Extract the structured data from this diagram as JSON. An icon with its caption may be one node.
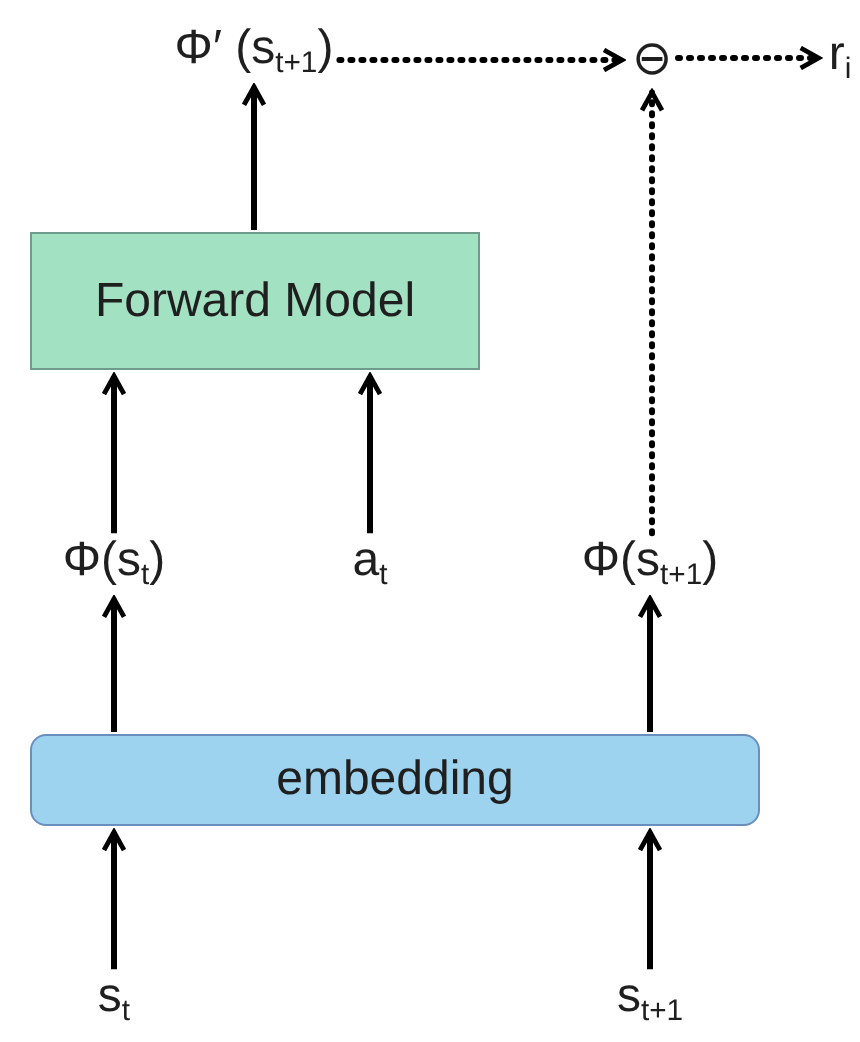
{
  "diagram": {
    "nodes": [
      {
        "text": [
          "Φ′ (s$_{t+1}$)"
        ]
      },
      {
        "text": [
          "⊖"
        ]
      },
      {
        "text": [
          "r$_{i}$"
        ]
      },
      {
        "text": [
          "Forward Model"
        ]
      },
      {
        "text": [
          "Φ(s$_{t}$)"
        ]
      },
      {
        "text": [
          "a$_{t}$"
        ]
      },
      {
        "text": [
          "Φ(s$_{t+1}$)"
        ]
      },
      {
        "text": [
          "embedding"
        ]
      },
      {
        "text": [
          "s$_{t}$"
        ]
      },
      {
        "text": [
          "s$_{t+1}$"
        ]
      }
    ],
    "edges": [
      {
        "from": 3,
        "to": 0,
        "arrow": "to"
      },
      {
        "from": 0,
        "to": 1,
        "arrow": "to",
        "style": "dashed"
      },
      {
        "from": 1,
        "to": 2,
        "arrow": "to",
        "style": "dashed"
      },
      {
        "from": 6,
        "to": 1,
        "arrow": "to",
        "style": "dashed"
      },
      {
        "from": 4,
        "to": 3,
        "arrow": "to"
      },
      {
        "from": 5,
        "to": 3,
        "arrow": "to"
      },
      {
        "from": 7,
        "to": 4,
        "arrow": "to"
      },
      {
        "from": 7,
        "to": 6,
        "arrow": "to"
      },
      {
        "from": 8,
        "to": 7,
        "arrow": "to"
      },
      {
        "from": 9,
        "to": 7,
        "arrow": "to"
      }
    ]
  }
}
